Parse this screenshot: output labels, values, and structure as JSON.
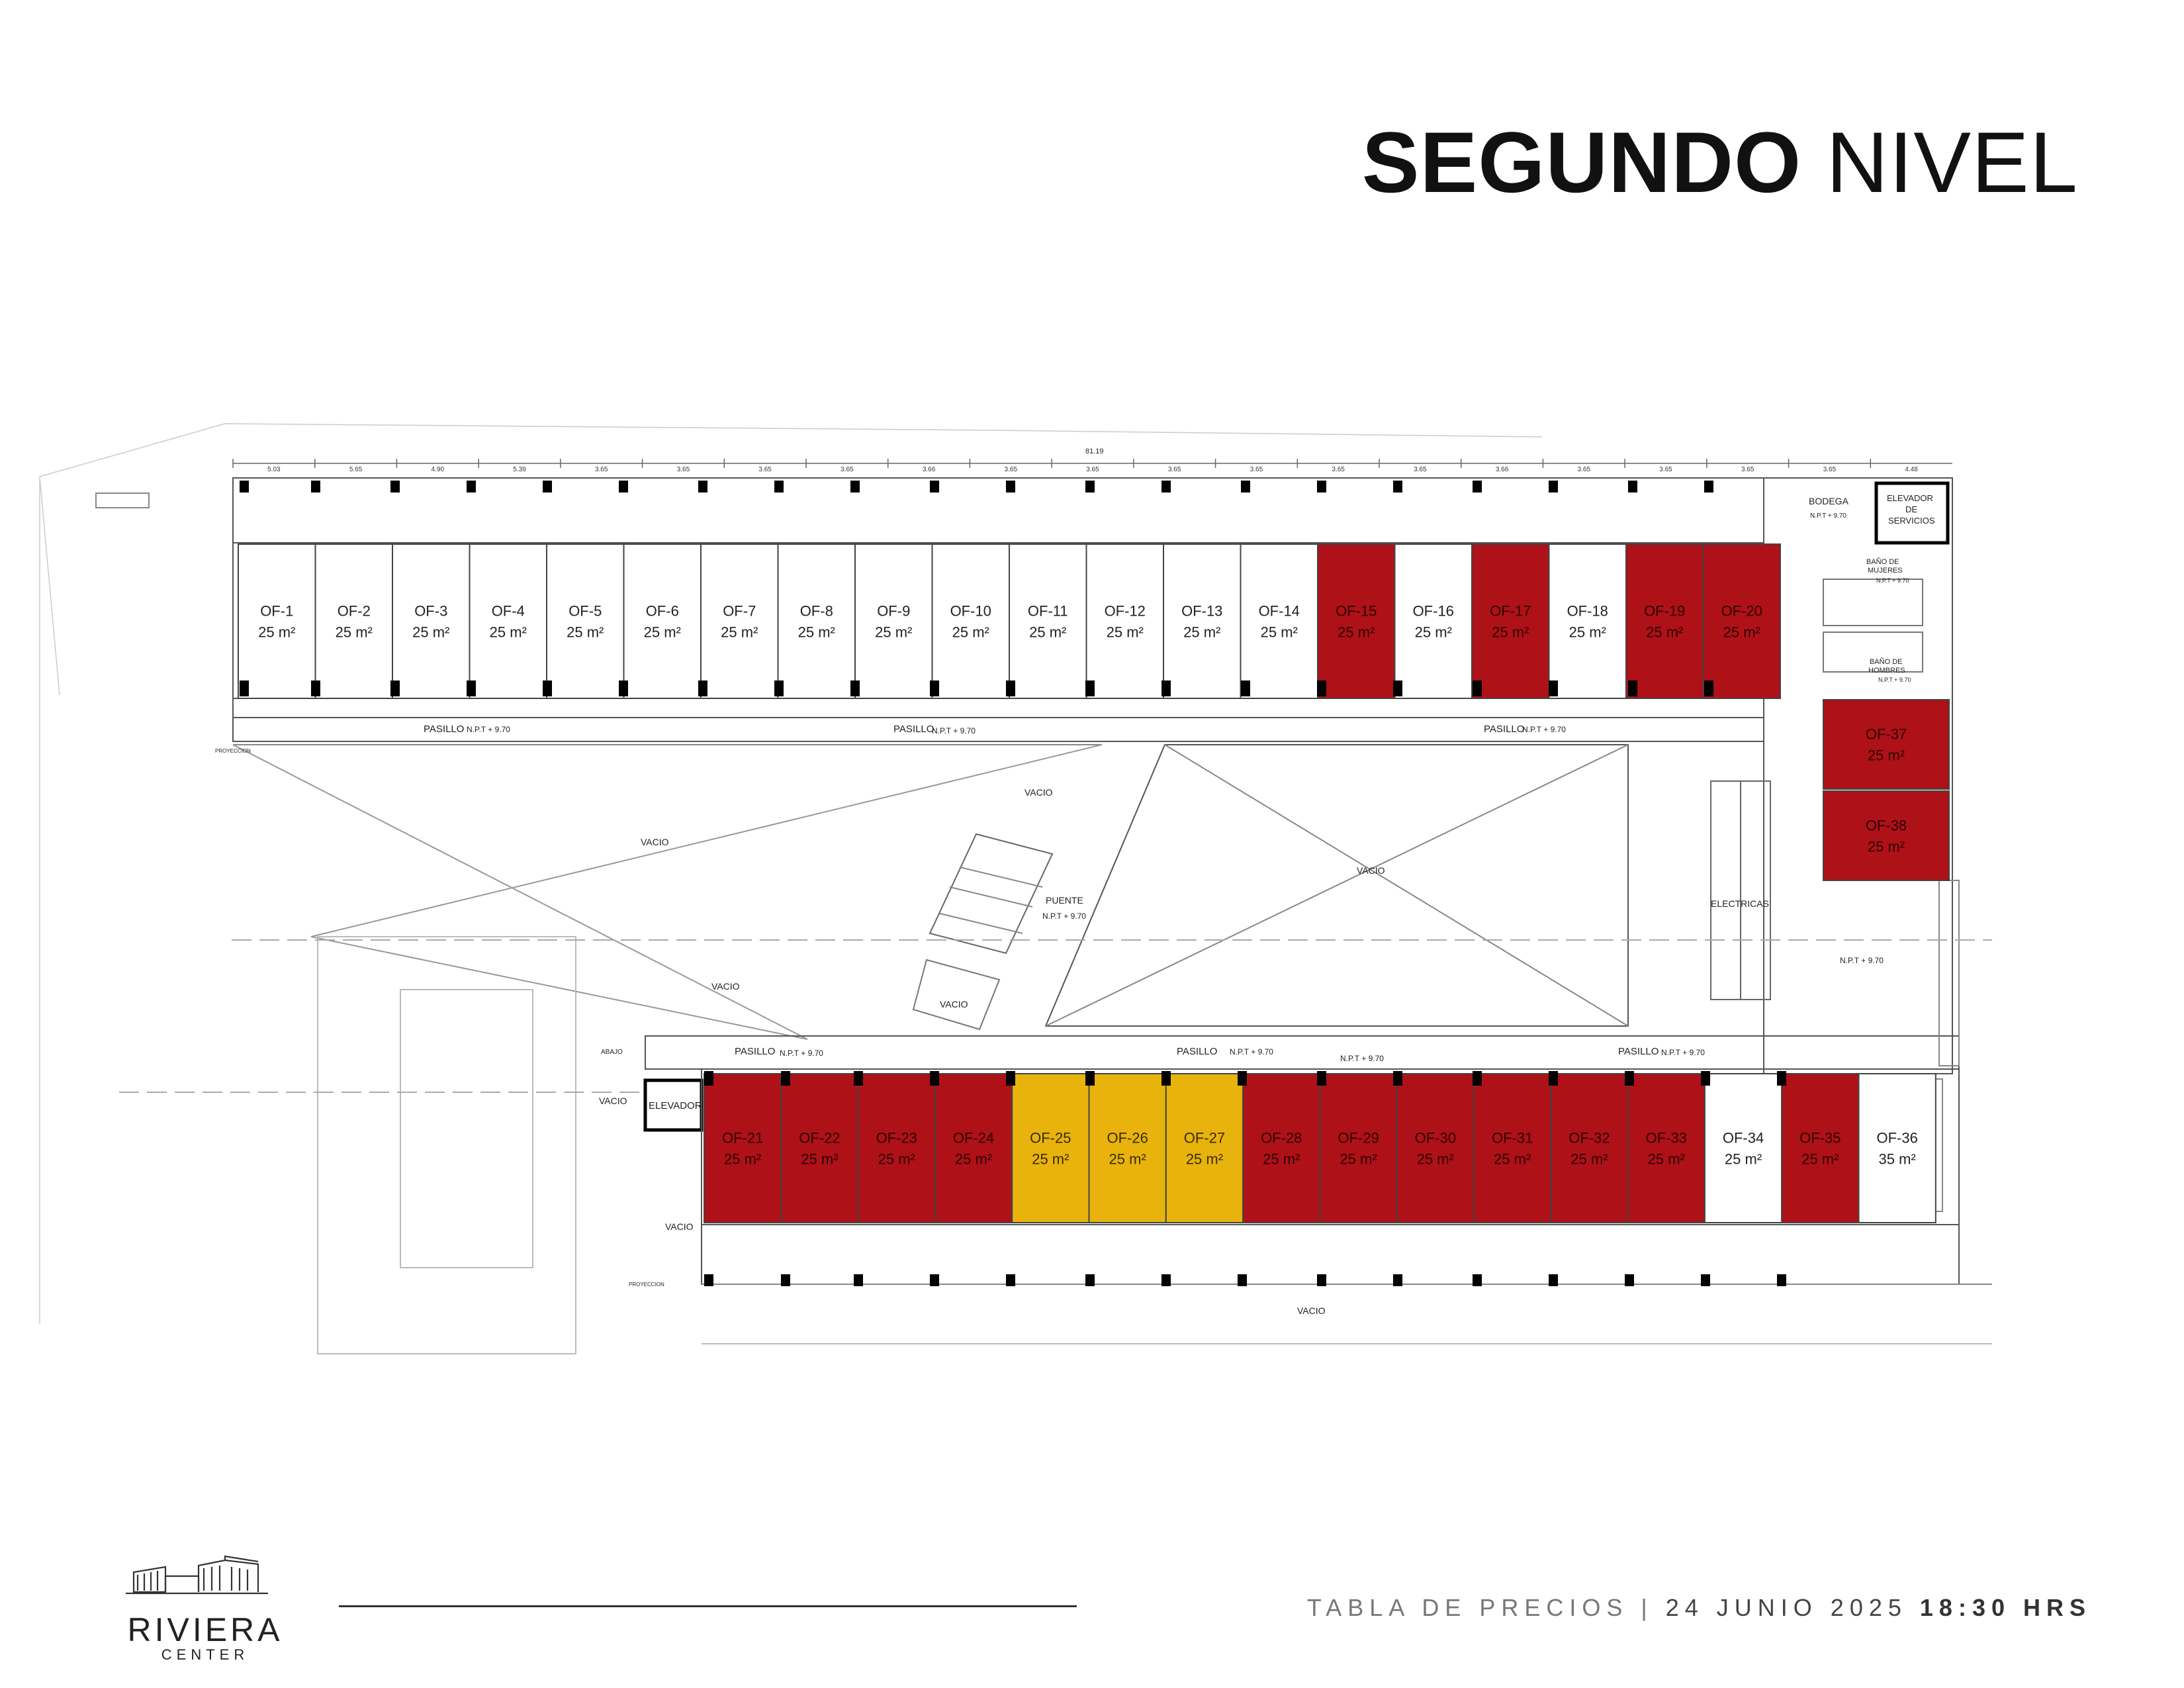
{
  "title": {
    "bold": "SEGUNDO",
    "light": "NIVEL"
  },
  "colors": {
    "sold": "#ae1118",
    "reserved": "#e7b30c",
    "available": "#ffffff",
    "line": "#444444"
  },
  "offices_top": [
    {
      "id": "OF-1",
      "area": "25 m²",
      "status": "available"
    },
    {
      "id": "OF-2",
      "area": "25 m²",
      "status": "available"
    },
    {
      "id": "OF-3",
      "area": "25 m²",
      "status": "available"
    },
    {
      "id": "OF-4",
      "area": "25 m²",
      "status": "available"
    },
    {
      "id": "OF-5",
      "area": "25 m²",
      "status": "available"
    },
    {
      "id": "OF-6",
      "area": "25 m²",
      "status": "available"
    },
    {
      "id": "OF-7",
      "area": "25 m²",
      "status": "available"
    },
    {
      "id": "OF-8",
      "area": "25 m²",
      "status": "available"
    },
    {
      "id": "OF-9",
      "area": "25 m²",
      "status": "available"
    },
    {
      "id": "OF-10",
      "area": "25 m²",
      "status": "available"
    },
    {
      "id": "OF-11",
      "area": "25 m²",
      "status": "available"
    },
    {
      "id": "OF-12",
      "area": "25 m²",
      "status": "available"
    },
    {
      "id": "OF-13",
      "area": "25 m²",
      "status": "available"
    },
    {
      "id": "OF-14",
      "area": "25 m²",
      "status": "available"
    },
    {
      "id": "OF-15",
      "area": "25 m²",
      "status": "sold"
    },
    {
      "id": "OF-16",
      "area": "25 m²",
      "status": "available"
    },
    {
      "id": "OF-17",
      "area": "25 m²",
      "status": "sold"
    },
    {
      "id": "OF-18",
      "area": "25 m²",
      "status": "available"
    },
    {
      "id": "OF-19",
      "area": "25 m²",
      "status": "sold"
    },
    {
      "id": "OF-20",
      "area": "25 m²",
      "status": "sold"
    }
  ],
  "offices_side": [
    {
      "id": "OF-37",
      "area": "25 m²",
      "status": "sold"
    },
    {
      "id": "OF-38",
      "area": "25 m²",
      "status": "sold"
    }
  ],
  "offices_bottom": [
    {
      "id": "OF-21",
      "area": "25 m²",
      "status": "sold"
    },
    {
      "id": "OF-22",
      "area": "25 m²",
      "status": "sold"
    },
    {
      "id": "OF-23",
      "area": "25 m²",
      "status": "sold"
    },
    {
      "id": "OF-24",
      "area": "25 m²",
      "status": "sold"
    },
    {
      "id": "OF-25",
      "area": "25 m²",
      "status": "reserved"
    },
    {
      "id": "OF-26",
      "area": "25 m²",
      "status": "reserved"
    },
    {
      "id": "OF-27",
      "area": "25 m²",
      "status": "reserved"
    },
    {
      "id": "OF-28",
      "area": "25 m²",
      "status": "sold"
    },
    {
      "id": "OF-29",
      "area": "25 m²",
      "status": "sold"
    },
    {
      "id": "OF-30",
      "area": "25 m²",
      "status": "sold"
    },
    {
      "id": "OF-31",
      "area": "25 m²",
      "status": "sold"
    },
    {
      "id": "OF-32",
      "area": "25 m²",
      "status": "sold"
    },
    {
      "id": "OF-33",
      "area": "25 m²",
      "status": "sold"
    },
    {
      "id": "OF-34",
      "area": "25 m²",
      "status": "available"
    },
    {
      "id": "OF-35",
      "area": "25 m²",
      "status": "sold"
    },
    {
      "id": "OF-36",
      "area": "35 m²",
      "status": "available"
    }
  ],
  "labels": {
    "pasillo": "PASILLO",
    "npt": "N.P.T + 9.70",
    "vacio": "VACIO",
    "puente": "PUENTE",
    "electricas": "ELECTRICAS",
    "elevador": "ELEVADOR",
    "bodega": "BODEGA",
    "elevador_servicios_1": "ELEVADOR",
    "elevador_servicios_2": "DE",
    "elevador_servicios_3": "SERVICIOS",
    "bano_mujeres_1": "BAÑO DE",
    "bano_mujeres_2": "MUJERES",
    "bano_hombres_1": "BAÑO DE",
    "bano_hombres_2": "HOMBRES",
    "abajo": "ABAJO",
    "proyeccion": "PROYECCION",
    "total_dim": "81.19"
  },
  "dims_top": [
    "5.03",
    "5.65",
    "4.90",
    "5.39",
    "3.65",
    "3.65",
    "3.65",
    "3.65",
    "3.66",
    "3.65",
    "3.65",
    "3.65",
    "3.65",
    "3.65",
    "3.65",
    "3.66",
    "3.65",
    "3.65",
    "3.65",
    "3.65",
    "4.48"
  ],
  "footer": {
    "label": "TABLA DE PRECIOS",
    "separator": "|",
    "date": "24 JUNIO 2025",
    "time": "18:30 HRS"
  },
  "logo": {
    "brand": "RIVIERA",
    "sub": "CENTER"
  }
}
